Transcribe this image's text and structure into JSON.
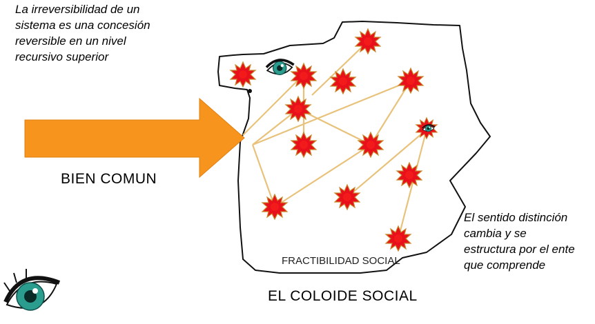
{
  "annotations": {
    "top_note": [
      "La irreversibilidad de un",
      "sistema es una concesión",
      "reversible en un nivel",
      "recursivo superior"
    ],
    "right_note": [
      "El sentido distinción",
      "cambia y se",
      "estructura por el ente",
      "que comprende"
    ]
  },
  "labels": {
    "arrow": "BIEN COMUN",
    "inner": "FRACTIBILIDAD SOCIAL",
    "bottom": "EL COLOIDE SOCIAL"
  },
  "icons": {
    "arrow": "orange-arrow-icon",
    "star": "red-starburst-icon",
    "eye": "teal-eye-icon"
  },
  "colors": {
    "arrow": "#F7941D",
    "star": "#E8101A",
    "star_edge": "#C8862A",
    "connector": "#E8C27A",
    "eye_iris": "#2A9D8F",
    "outline": "#111111"
  }
}
